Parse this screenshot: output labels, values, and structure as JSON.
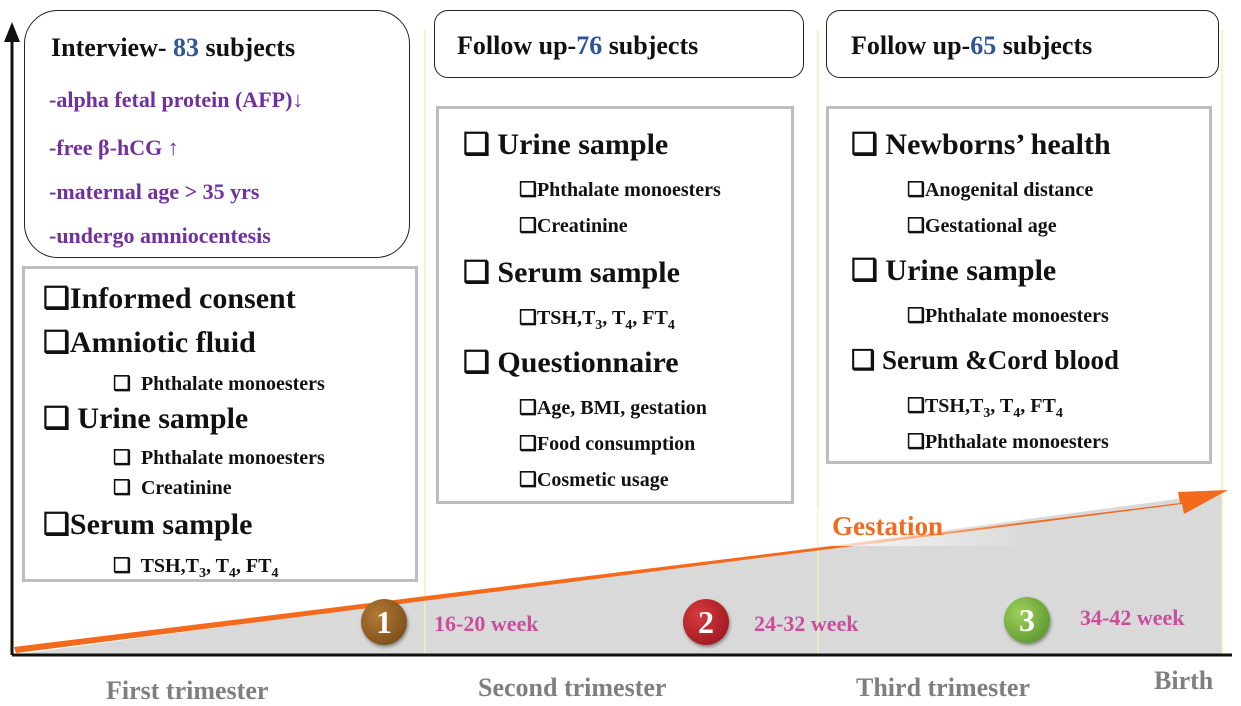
{
  "colors": {
    "arrow": "#f26b1d",
    "count": "#2f5597",
    "criteria": "#7030a0",
    "week": "#cc4c9c",
    "trimester": "#7f7f7f",
    "stage1": "#8b5a1e",
    "stage2": "#b51f24",
    "stage3": "#6aa536"
  },
  "stage1": {
    "header_prefix": "Interview- ",
    "header_count": "83",
    "header_suffix": " subjects",
    "criteria": [
      "-alpha fetal protein (AFP)↓",
      "-free β-hCG ↑",
      "-maternal age > 35 yrs",
      "-undergo amniocentesis"
    ],
    "items": {
      "consent": "Informed consent",
      "amniotic": "Amniotic fluid",
      "amniotic_sub": "Phthalate monoesters",
      "urine": "Urine sample",
      "urine_sub1": "Phthalate monoesters",
      "urine_sub2": "Creatinine",
      "serum": "Serum sample",
      "serum_sub": "TSH,T3, T4, FT4"
    }
  },
  "stage2": {
    "header_prefix": "Follow up-",
    "header_count": "76",
    "header_suffix": " subjects",
    "items": {
      "urine": "Urine sample",
      "urine_sub1": "Phthalate monoesters",
      "urine_sub2": "Creatinine",
      "serum": "Serum sample",
      "serum_sub": "TSH,T3, T4, FT4",
      "quest": "Questionnaire",
      "quest_sub1": "Age, BMI, gestation",
      "quest_sub2": "Food consumption",
      "quest_sub3": "Cosmetic usage"
    }
  },
  "stage3": {
    "header_prefix": "Follow up-",
    "header_count": "65",
    "header_suffix": " subjects",
    "items": {
      "newborn": "Newborns’ health",
      "newborn_sub1": "Anogenital distance",
      "newborn_sub2": "Gestational age",
      "urine": "Urine sample",
      "urine_sub1": "Phthalate monoesters",
      "serum": "Serum &Cord blood",
      "serum_sub1": "TSH,T3, T4, FT4",
      "serum_sub2": "Phthalate monoesters"
    }
  },
  "timeline": {
    "gestation_label": "Gestation",
    "markers": [
      {
        "num": "1",
        "week": "16-20 week"
      },
      {
        "num": "2",
        "week": "24-32 week"
      },
      {
        "num": "3",
        "week": "34-42 week"
      }
    ],
    "trimesters": [
      "First trimester",
      "Second trimester",
      "Third trimester"
    ],
    "birth": "Birth"
  }
}
